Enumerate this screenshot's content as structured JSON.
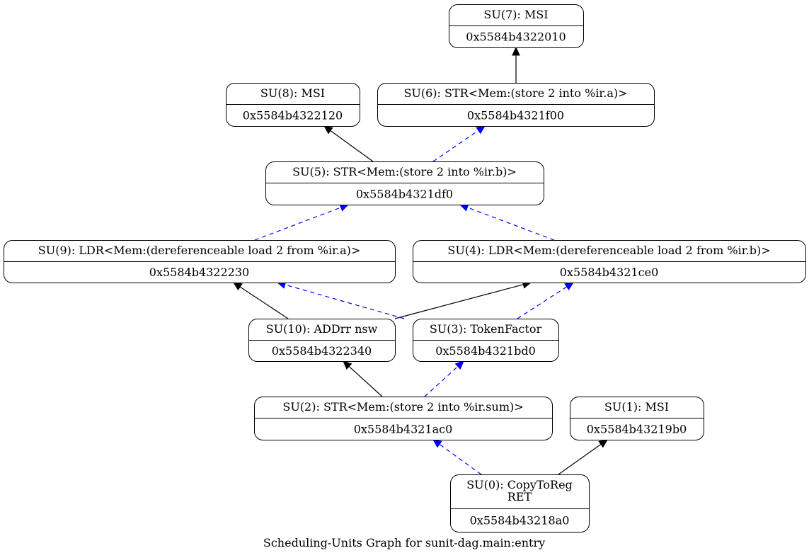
{
  "graph_title": "Scheduling-Units Graph for sunit-dag.main:entry",
  "colors": {
    "data_edge": "#000000",
    "chain_edge": "#0000ff",
    "node_border": "#000000",
    "background": "#ffffff"
  },
  "nodes": [
    {
      "id": "su7",
      "label": [
        "SU(7): MSI"
      ],
      "address": "0x5584b4322010"
    },
    {
      "id": "su8",
      "label": [
        "SU(8): MSI"
      ],
      "address": "0x5584b4322120"
    },
    {
      "id": "su6",
      "label": [
        "SU(6): STR<Mem:(store 2 into %ir.a)>"
      ],
      "address": "0x5584b4321f00"
    },
    {
      "id": "su5",
      "label": [
        "SU(5): STR<Mem:(store 2 into %ir.b)>"
      ],
      "address": "0x5584b4321df0"
    },
    {
      "id": "su9",
      "label": [
        "SU(9): LDR<Mem:(dereferenceable load 2 from %ir.a)>"
      ],
      "address": "0x5584b4322230"
    },
    {
      "id": "su4",
      "label": [
        "SU(4): LDR<Mem:(dereferenceable load 2 from %ir.b)>"
      ],
      "address": "0x5584b4321ce0"
    },
    {
      "id": "su10",
      "label": [
        "SU(10): ADDrr nsw"
      ],
      "address": "0x5584b4322340"
    },
    {
      "id": "su3",
      "label": [
        "SU(3): TokenFactor"
      ],
      "address": "0x5584b4321bd0"
    },
    {
      "id": "su2",
      "label": [
        "SU(2): STR<Mem:(store 2 into %ir.sum)>"
      ],
      "address": "0x5584b4321ac0"
    },
    {
      "id": "su1",
      "label": [
        "SU(1): MSI"
      ],
      "address": "0x5584b43219b0"
    },
    {
      "id": "su0",
      "label": [
        "SU(0): CopyToReg",
        "RET"
      ],
      "address": "0x5584b43218a0"
    }
  ],
  "edges": [
    {
      "from": "su6",
      "to": "su7",
      "kind": "data"
    },
    {
      "from": "su5",
      "to": "su8",
      "kind": "data"
    },
    {
      "from": "su5",
      "to": "su6",
      "kind": "chain"
    },
    {
      "from": "su9",
      "to": "su5",
      "kind": "chain"
    },
    {
      "from": "su4",
      "to": "su5",
      "kind": "chain"
    },
    {
      "from": "su10",
      "to": "su9",
      "kind": "data"
    },
    {
      "from": "su10",
      "to": "su4",
      "kind": "data"
    },
    {
      "from": "su3",
      "to": "su9",
      "kind": "chain"
    },
    {
      "from": "su3",
      "to": "su4",
      "kind": "chain"
    },
    {
      "from": "su2",
      "to": "su10",
      "kind": "data"
    },
    {
      "from": "su2",
      "to": "su3",
      "kind": "chain"
    },
    {
      "from": "su0",
      "to": "su2",
      "kind": "chain"
    },
    {
      "from": "su0",
      "to": "su1",
      "kind": "data"
    }
  ]
}
